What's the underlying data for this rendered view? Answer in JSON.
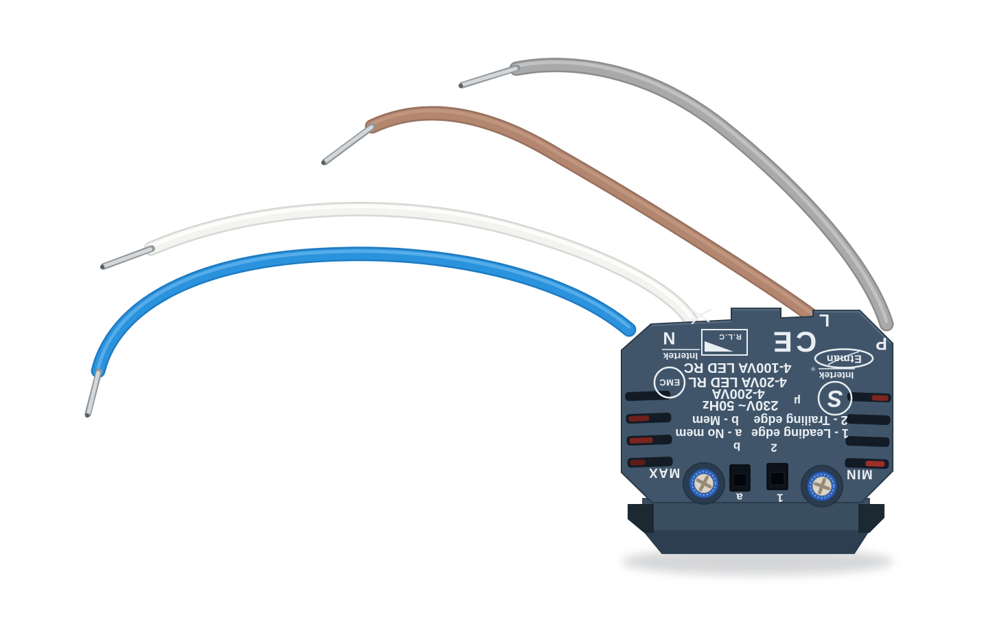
{
  "photo": {
    "background": "#ffffff",
    "subject": "flush-mount dimmer module with four stripped connection wires"
  },
  "device": {
    "print": {
      "terminal_n": "N",
      "terminal_l": "L",
      "terminal_p": "P",
      "rlc": "R.L.C",
      "ce": "CE",
      "brand": "Etman",
      "registered": "®",
      "intertek_left": "Intertek",
      "intertek_right": "Intertek",
      "emc": "EMC",
      "semko": "S",
      "rating_rc": "4-100VA LED RC",
      "rating_rl": "4-20VA LED RL",
      "rating_va": "4-200VA",
      "rating_mains": "230V~ 50Hz",
      "micro": "µ",
      "legend_b": "b - Mem",
      "legend_a": "a - No mem",
      "legend_2": "2 - Trailing edge",
      "legend_1": "1 - Leading edge",
      "sw_b": "b",
      "sw_2": "2",
      "sw_a": "a",
      "sw_1": "1",
      "max": "MAX",
      "min": "MIN"
    },
    "colors": {
      "body": "#41556a",
      "body_edge": "#2a3a49",
      "frame": "#3a4e61",
      "frame_bevel": "#2c3e50",
      "claw": "#1c2832",
      "vent": "#131c26",
      "vent_glow": "#8c2a22",
      "print": "#e9eef2",
      "pot_recess": "#2a3c4d",
      "pot_ring": "#2f63bb",
      "screw": "#dcd5c7",
      "switch": "#0c1219"
    },
    "wires": [
      {
        "name": "grey",
        "color": "#a9a9a9",
        "edge": "#8c8c8c",
        "highlight": "#d6d6d6"
      },
      {
        "name": "brown",
        "color": "#b3876f",
        "edge": "#97705e",
        "highlight": "#cfa58f"
      },
      {
        "name": "white",
        "color": "#f3f3f1",
        "edge": "#d7d7d4",
        "highlight": "#ffffff"
      },
      {
        "name": "blue",
        "color": "#2b93dd",
        "edge": "#1e7bc2",
        "highlight": "#79c1f2"
      }
    ],
    "ferrule": {
      "outer": "#90969a",
      "inner": "#d3d7d9",
      "tip": "#5a6063"
    }
  }
}
